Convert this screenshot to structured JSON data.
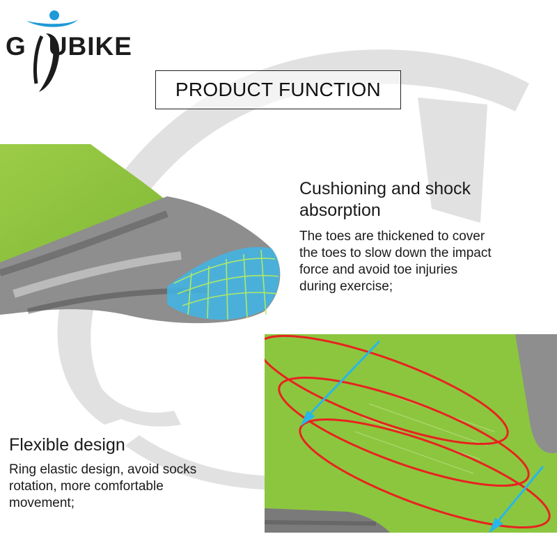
{
  "brand": {
    "logo_text_left": "G",
    "logo_text_right": "UBIKE",
    "accent_colors": {
      "logo_blue": "#1e9ad8",
      "logo_dark": "#1c1c1c"
    }
  },
  "header": {
    "title": "PRODUCT FUNCTION"
  },
  "features": [
    {
      "heading": "Cushioning and shock absorption",
      "lines": [
        "The toes are thickened to cover",
        "the toes to slow down the impact",
        "force and avoid toe injuries",
        "during exercise;"
      ]
    },
    {
      "heading": "Flexible design",
      "lines": [
        "Ring elastic design, avoid socks",
        "rotation, more comfortable",
        "movement;"
      ]
    }
  ],
  "colors": {
    "sock_green": "#8cc63f",
    "sock_gray": "#8e8e8e",
    "arrow_red": "#e8231f",
    "arrow_blue": "#29b6e8",
    "cushion_blue": "#3fb6e6"
  }
}
